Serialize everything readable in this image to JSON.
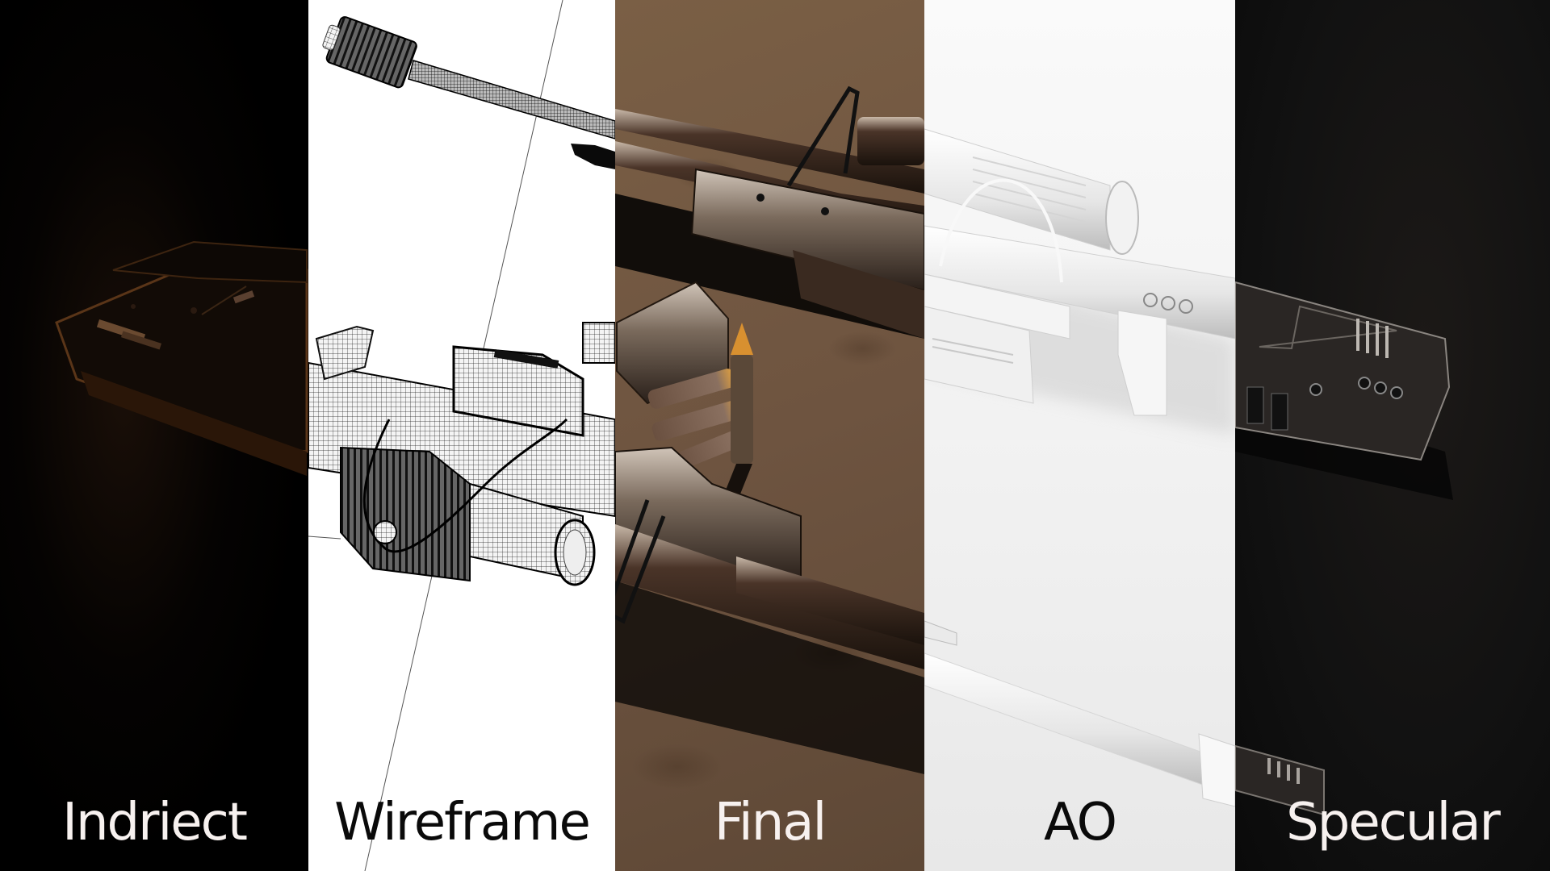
{
  "panels": [
    {
      "id": "indirect",
      "label": "Indriect",
      "background": "#000000",
      "text_color": "#f7f1ef"
    },
    {
      "id": "wireframe",
      "label": "Wireframe",
      "background": "#ffffff",
      "text_color": "#0a0a0a"
    },
    {
      "id": "final",
      "label": "Final",
      "background": "#6e5440",
      "text_color": "#f7f1ef"
    },
    {
      "id": "ao",
      "label": "AO",
      "background": "#f2f2f2",
      "text_color": "#0a0a0a"
    },
    {
      "id": "specular",
      "label": "Specular",
      "background": "#141211",
      "text_color": "#f7f1ef"
    }
  ],
  "subject": {
    "object": "sniper-rifle",
    "props": [
      "ammo-magazine",
      "bullets"
    ]
  }
}
